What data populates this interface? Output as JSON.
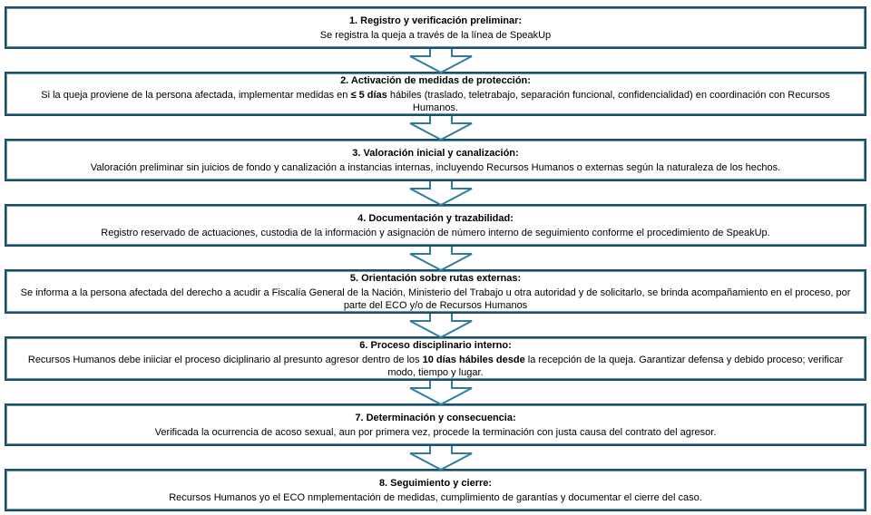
{
  "colors": {
    "box_border": "#1d4e66",
    "box_border_inner": "#5e93ad",
    "arrow_stroke": "#2e7da0",
    "text": "#000000"
  },
  "flowchart": {
    "steps": [
      {
        "title": "1. Registro y verificación preliminar:",
        "body": [
          {
            "t": "Se registra la queja a través de la línea de SpeakUp",
            "b": false
          }
        ]
      },
      {
        "title": "2. Activación de medidas de protección:",
        "body": [
          {
            "t": "Si la queja proviene de la persona afectada, implementar medidas en ",
            "b": false
          },
          {
            "t": "≤ 5 días",
            "b": true
          },
          {
            "t": " hábiles (traslado, teletrabajo, separación funcional, confidencialidad) en coordinación con Recursos Humanos.",
            "b": false
          }
        ]
      },
      {
        "title": "3. Valoración inicial y canalización:",
        "body": [
          {
            "t": "Valoración preliminar sin juicios de fondo y canalización a instancias internas, incluyendo Recursos Humanos o externas según la naturaleza de los hechos.",
            "b": false
          }
        ]
      },
      {
        "title": "4. Documentación y trazabilidad:",
        "body": [
          {
            "t": "Registro reservado de actuaciones, custodia de la información y asignación de número interno de seguimiento conforme el procedimiento de SpeakUp.",
            "b": false
          }
        ]
      },
      {
        "title": "5. Orientación sobre rutas externas:",
        "body": [
          {
            "t": "Se informa a la persona afectada del derecho a acudir a Fiscalía General de la Nación, Ministerio del Trabajo u otra autoridad y de solicitarlo, se brinda acompañamiento en el proceso, por parte del ECO y/o de Recursos Humanos",
            "b": false
          }
        ]
      },
      {
        "title": "6. Proceso disciplinario interno:",
        "body": [
          {
            "t": "Recursos Humanos debe iniiciar el proceso diciplinario al presunto agresor dentro de los ",
            "b": false
          },
          {
            "t": "10 días hábiles desde",
            "b": true
          },
          {
            "t": " la recepción de la queja. Garantizar defensa y debido proceso; verificar modo, tiempo y lugar.",
            "b": false
          }
        ]
      },
      {
        "title": "7. Determinación y consecuencia:",
        "body": [
          {
            "t": "Verificada la ocurrencia de acoso sexual, aun por primera vez, procede la terminación con justa causa del contrato del agresor.",
            "b": false
          }
        ]
      },
      {
        "title": "8. Seguimiento y cierre:",
        "body": [
          {
            "t": "Recursos Humanos yo el ECO nmplementación de medidas, cumplimiento de garantías y documentar el cierre del caso.",
            "b": false
          }
        ]
      }
    ]
  }
}
